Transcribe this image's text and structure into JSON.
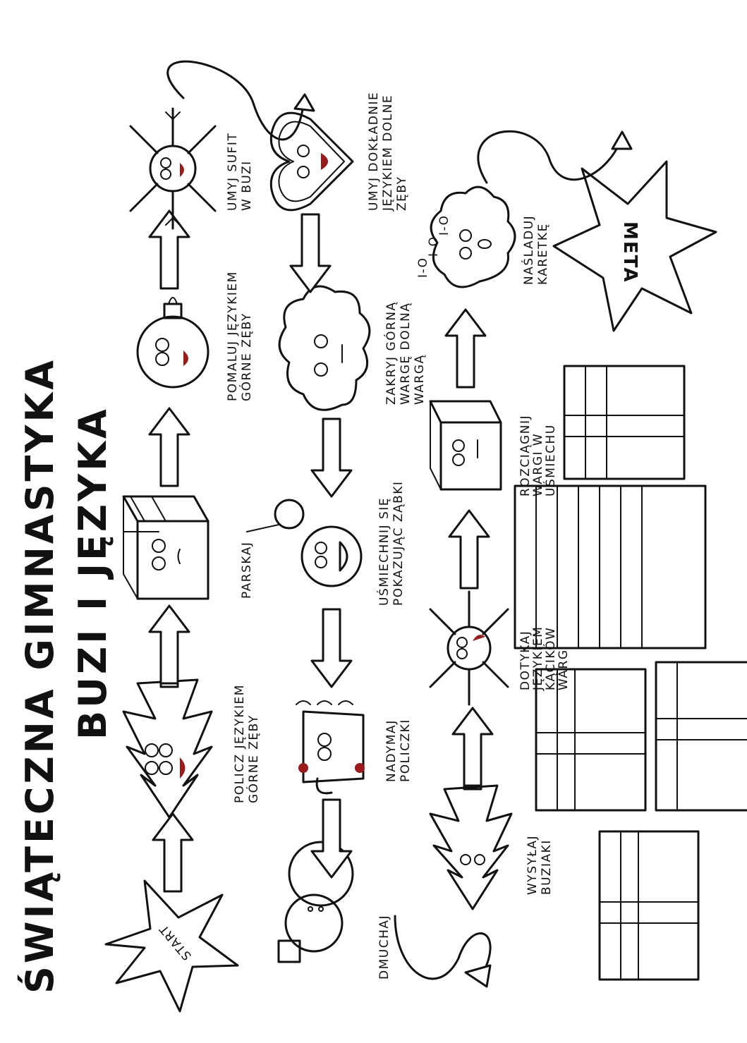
{
  "title": {
    "line1": "ŚWIĄTECZNA GIMNASTYKA",
    "line2": "BUZI I JĘZYKA"
  },
  "steps": {
    "start": "START",
    "s1": [
      "POLICZ JĘZYKIEM",
      "GÓRNE ZĘBY"
    ],
    "s2": [
      "PARSKAJ"
    ],
    "s3": [
      "POMALUJ JĘZYKIEM",
      "GÓRNE ZĘBY"
    ],
    "s4": [
      "UMYJ SUFIT",
      "W BUZI"
    ],
    "s5": [
      "UMYJ DOKŁADNIE",
      "JĘZYKIEM DOLNE",
      "ZĘBY"
    ],
    "s6": [
      "ZAKRYJ GÓRNĄ",
      "WARGĘ DOLNĄ",
      "WARGĄ"
    ],
    "s7": [
      "UŚMIECHNIJ SIĘ",
      "POKAZUJĄC ZĄBKI"
    ],
    "s8": [
      "NADYMAJ",
      "POLICZKI"
    ],
    "s9": [
      "DMUCHAJ"
    ],
    "s10": [
      "WYSYŁAJ",
      "BUZIAKI"
    ],
    "s11": [
      "DOTYKAJ",
      "JĘZYKIEM",
      "KĄCIKÓW",
      "WARG"
    ],
    "s12": [
      "ROZCIĄGNIJ",
      "WARGI W",
      "UŚMIECHU"
    ],
    "s13": [
      "NAŚLADUJ",
      "KARETKĘ"
    ],
    "siren": [
      "I-O",
      "I-O",
      "I-O"
    ],
    "meta": "META"
  },
  "icons": [
    "start-star",
    "christmas-tree",
    "gift-box",
    "ornament-bauble",
    "snowflake",
    "gingerbread-heart",
    "cloud",
    "snowman",
    "mug",
    "meta-star",
    "gift-stack"
  ]
}
